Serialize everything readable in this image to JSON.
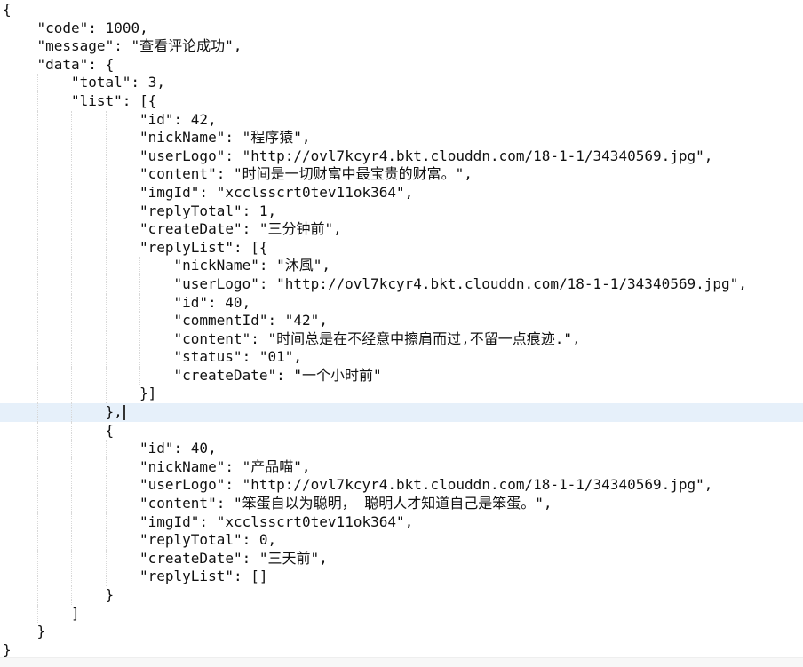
{
  "editor": {
    "language_hint": "json",
    "colors": {
      "background": "#ffffff",
      "text": "#111111",
      "active_line_bg": "#e6f0fa",
      "indent_guide": "#d8d8d8",
      "caret": "#333333",
      "bottom_bar": "#f7f7f7"
    },
    "cursor": {
      "line_index": 22,
      "at_end_of_line": true
    },
    "highlighted_line_index": 22,
    "lines": [
      {
        "indent": 0,
        "text": "{"
      },
      {
        "indent": 1,
        "text": "\"code\": 1000,"
      },
      {
        "indent": 1,
        "text": "\"message\": \"查看评论成功\","
      },
      {
        "indent": 1,
        "text": "\"data\": {"
      },
      {
        "indent": 2,
        "text": "\"total\": 3,"
      },
      {
        "indent": 2,
        "text": "\"list\": [{"
      },
      {
        "indent": 4,
        "text": "\"id\": 42,"
      },
      {
        "indent": 4,
        "text": "\"nickName\": \"程序猿\","
      },
      {
        "indent": 4,
        "text": "\"userLogo\": \"http://ovl7kcyr4.bkt.clouddn.com/18-1-1/34340569.jpg\","
      },
      {
        "indent": 4,
        "text": "\"content\": \"时间是一切财富中最宝贵的财富。\","
      },
      {
        "indent": 4,
        "text": "\"imgId\": \"xcclsscrt0tev11ok364\","
      },
      {
        "indent": 4,
        "text": "\"replyTotal\": 1,"
      },
      {
        "indent": 4,
        "text": "\"createDate\": \"三分钟前\","
      },
      {
        "indent": 4,
        "text": "\"replyList\": [{"
      },
      {
        "indent": 5,
        "text": "\"nickName\": \"沐風\","
      },
      {
        "indent": 5,
        "text": "\"userLogo\": \"http://ovl7kcyr4.bkt.clouddn.com/18-1-1/34340569.jpg\","
      },
      {
        "indent": 5,
        "text": "\"id\": 40,"
      },
      {
        "indent": 5,
        "text": "\"commentId\": \"42\","
      },
      {
        "indent": 5,
        "text": "\"content\": \"时间总是在不经意中擦肩而过,不留一点痕迹.\","
      },
      {
        "indent": 5,
        "text": "\"status\": \"01\","
      },
      {
        "indent": 5,
        "text": "\"createDate\": \"一个小时前\""
      },
      {
        "indent": 4,
        "text": "}]"
      },
      {
        "indent": 3,
        "text": "},"
      },
      {
        "indent": 3,
        "text": "{"
      },
      {
        "indent": 4,
        "text": "\"id\": 40,"
      },
      {
        "indent": 4,
        "text": "\"nickName\": \"产品喵\","
      },
      {
        "indent": 4,
        "text": "\"userLogo\": \"http://ovl7kcyr4.bkt.clouddn.com/18-1-1/34340569.jpg\","
      },
      {
        "indent": 4,
        "text": "\"content\": \"笨蛋自以为聪明， 聪明人才知道自己是笨蛋。\","
      },
      {
        "indent": 4,
        "text": "\"imgId\": \"xcclsscrt0tev11ok364\","
      },
      {
        "indent": 4,
        "text": "\"replyTotal\": 0,"
      },
      {
        "indent": 4,
        "text": "\"createDate\": \"三天前\","
      },
      {
        "indent": 4,
        "text": "\"replyList\": []"
      },
      {
        "indent": 3,
        "text": "}"
      },
      {
        "indent": 2,
        "text": "]"
      },
      {
        "indent": 1,
        "text": "}"
      },
      {
        "indent": 0,
        "text": "}"
      }
    ]
  }
}
